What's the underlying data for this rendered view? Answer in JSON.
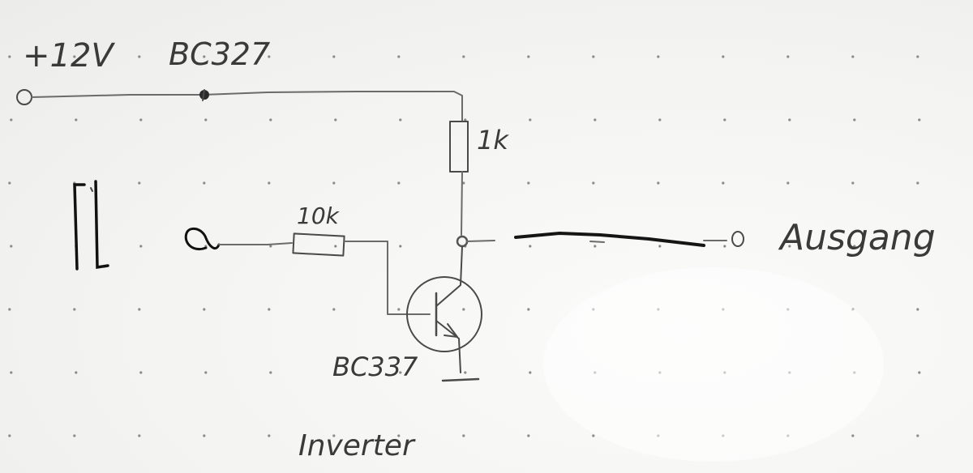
{
  "labels": {
    "supply": "+12V",
    "pnp_transistor": "BC327",
    "collector_resistor": "1k",
    "base_resistor": "10k",
    "output": "Ausgang",
    "npn_transistor": "BC337",
    "title": "Inverter"
  },
  "colors": {
    "paper": "#f4f4f2",
    "pencil": "#6b6b6b",
    "ink": "#151515"
  }
}
